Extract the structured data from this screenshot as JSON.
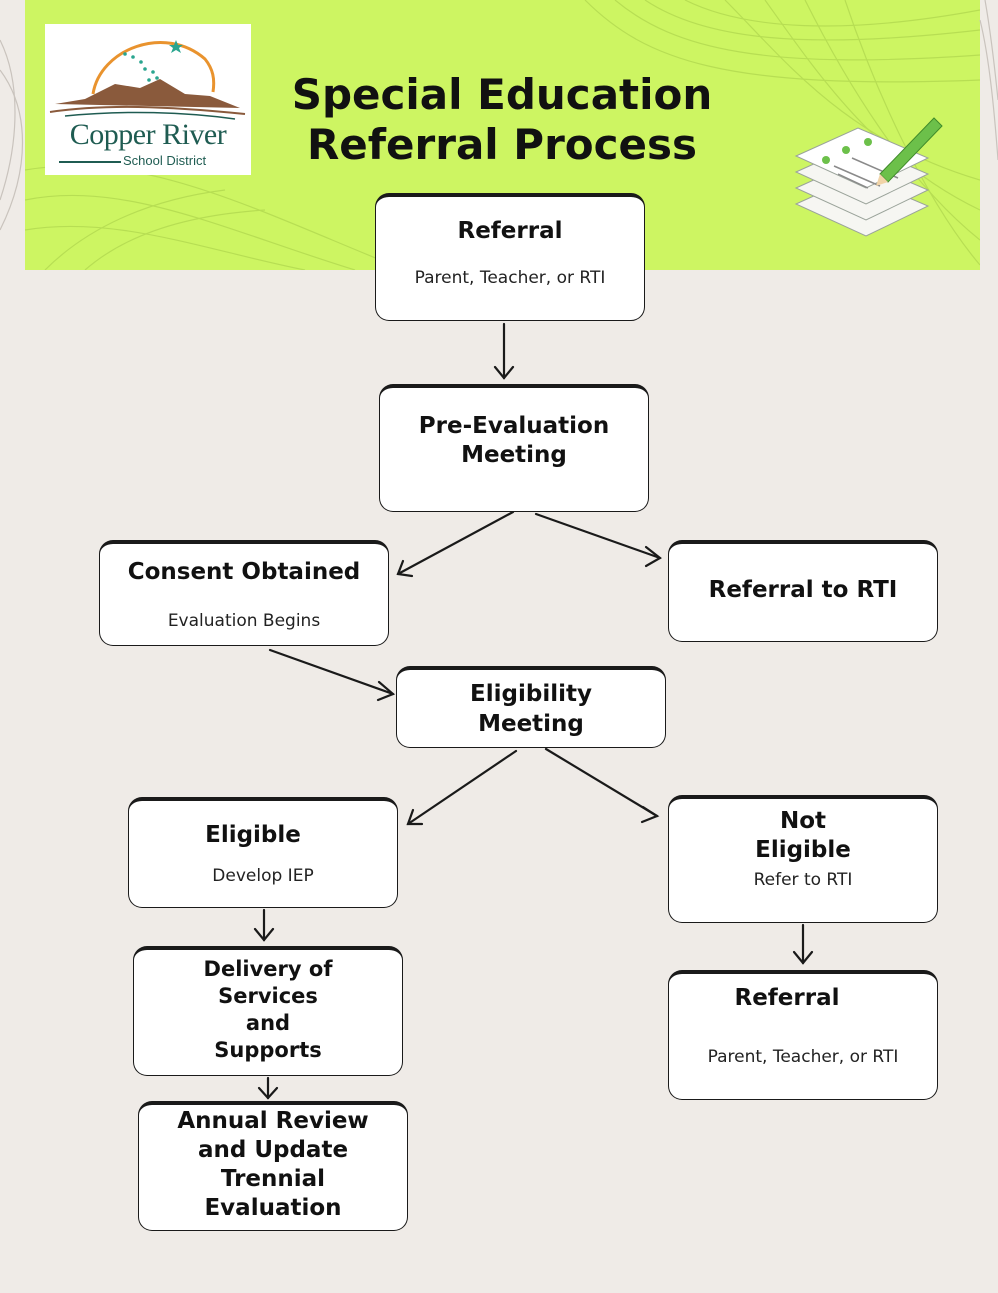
{
  "header": {
    "title_line1": "Special Education",
    "title_line2": "Referral Process",
    "logo_name": "Copper River",
    "logo_sub": "School District"
  },
  "nodes": {
    "referral_top": {
      "title": "Referral",
      "subtitle": "Parent, Teacher, or RTI"
    },
    "pre_eval": {
      "title_line1": "Pre-Evaluation",
      "title_line2": "Meeting"
    },
    "consent": {
      "title": "Consent Obtained",
      "subtitle": "Evaluation Begins"
    },
    "referral_rti": {
      "title": "Referral to RTI"
    },
    "eligibility": {
      "title_line1": "Eligibility",
      "title_line2": "Meeting"
    },
    "eligible": {
      "title": "Eligible",
      "subtitle": "Develop IEP"
    },
    "not_eligible": {
      "title_line1": "Not",
      "title_line2": "Eligible",
      "subtitle": "Refer to RTI"
    },
    "delivery": {
      "line1": "Delivery of",
      "line2": "Services",
      "line3": "and",
      "line4": "Supports"
    },
    "referral_bottom": {
      "title": "Referral",
      "subtitle": "Parent, Teacher, or RTI"
    },
    "annual": {
      "line1": "Annual Review",
      "line2": "and Update",
      "line3": "Trennial",
      "line4": "Evaluation"
    }
  },
  "colors": {
    "banner": "#cdf562",
    "background": "#efebe7",
    "logo_text": "#1f5c52"
  },
  "icons": [
    "document-stack-icon",
    "pencil-icon",
    "mountain-logo-icon"
  ]
}
